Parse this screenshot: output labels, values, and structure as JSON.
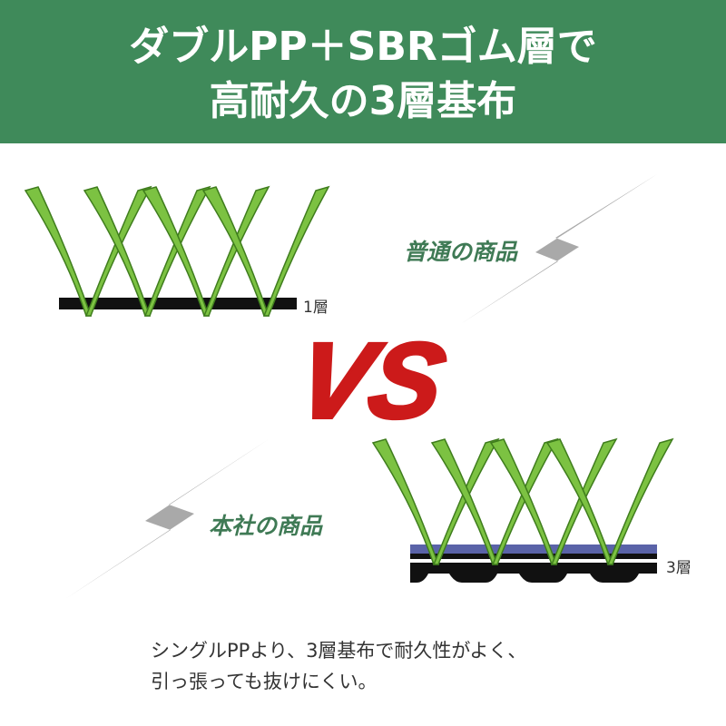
{
  "banner": {
    "line1": "ダブルPP＋SBRゴム層で",
    "line2": "高耐久の3層基布",
    "color": "#3f8a5a"
  },
  "top_product": {
    "label": "普通の商品",
    "layer_label": "1層"
  },
  "vs_text": "VS",
  "bottom_product": {
    "label": "本社の商品",
    "layer_label": "3層"
  },
  "caption": {
    "line1": "シングルPPより、3層基布で耐久性がよく、",
    "line2": "引っ張っても抜けにくい。"
  },
  "colors": {
    "grass": "#7cc242",
    "grass_dark": "#3f7d1d",
    "vs_red": "#cc1a1a",
    "pp_blue": "#5a63a8"
  }
}
